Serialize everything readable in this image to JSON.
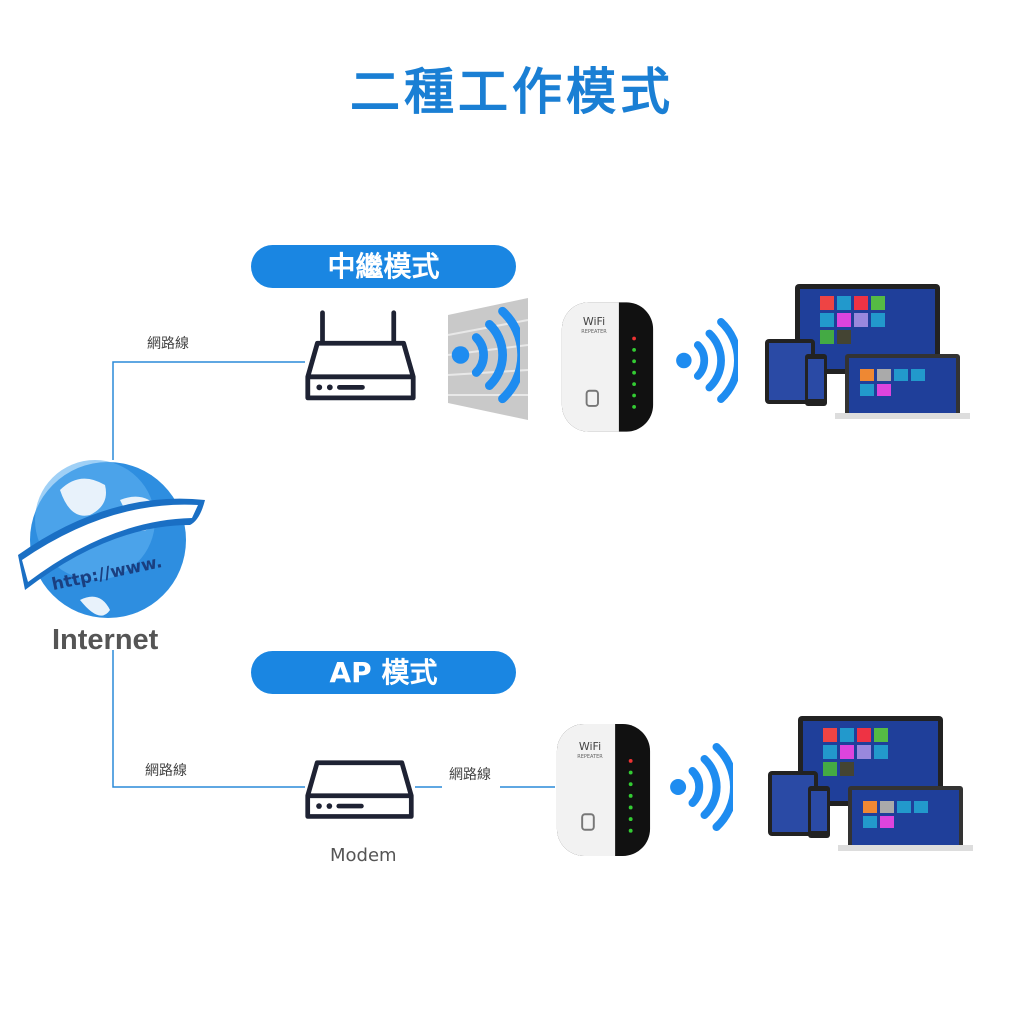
{
  "title": "二種工作模式",
  "modes": {
    "repeater": {
      "label": "中繼模式",
      "cable_label": "網路線"
    },
    "ap": {
      "label": "AP 模式",
      "cable_label_left": "網路線",
      "cable_label_right": "網路線",
      "modem_label": "Modem"
    }
  },
  "internet": {
    "label": "Internet",
    "globe_text": "http://www."
  },
  "repeater_device": {
    "brand": "WiFi",
    "subtitle": "REPEATER"
  },
  "colors": {
    "accent": "#1a86e2",
    "line": "#2a8ad8",
    "signal": "#1e8cf0"
  }
}
